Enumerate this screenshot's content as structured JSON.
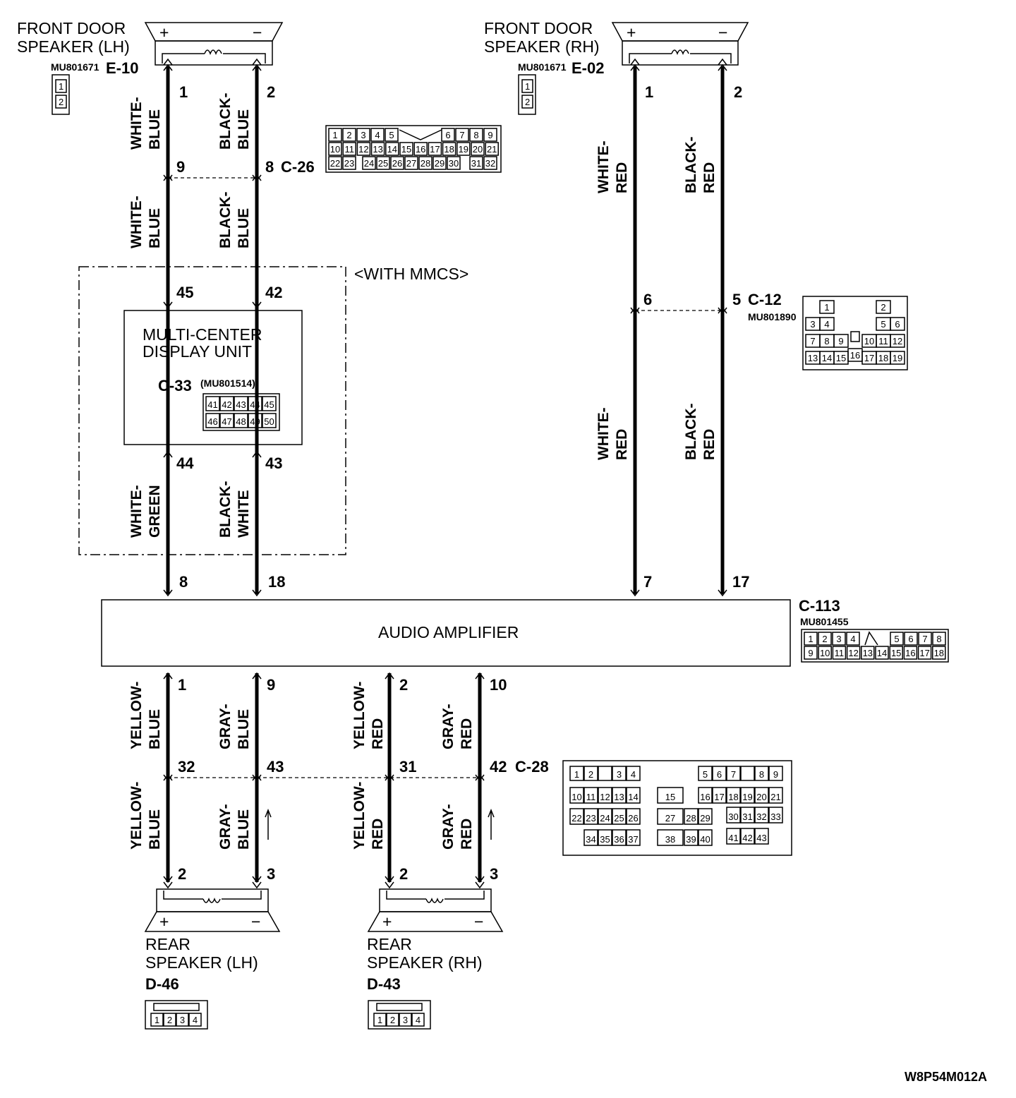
{
  "front_lh": {
    "title1": "FRONT DOOR",
    "title2": "SPEAKER (LH)",
    "part_no": "MU801671",
    "connector": "E-10",
    "plus": "+",
    "minus": "−",
    "pins": [
      "1",
      "2"
    ]
  },
  "front_rh": {
    "title1": "FRONT DOOR",
    "title2": "SPEAKER (RH)",
    "part_no": "MU801671",
    "connector": "E-02",
    "plus": "+",
    "minus": "−",
    "pins": [
      "1",
      "2"
    ]
  },
  "c26": {
    "label": "C-26",
    "row1": [
      "1",
      "2",
      "3",
      "4",
      "5",
      "6",
      "7",
      "8",
      "9"
    ],
    "row2": [
      "10",
      "11",
      "12",
      "13",
      "14",
      "15",
      "16",
      "17",
      "18",
      "19",
      "20",
      "21"
    ],
    "row3": [
      "22",
      "23",
      "24",
      "25",
      "26",
      "27",
      "28",
      "29",
      "30",
      "31",
      "32"
    ]
  },
  "c12": {
    "label": "C-12",
    "part_no": "MU801890",
    "cells": [
      "1",
      "2",
      "3",
      "4",
      "5",
      "6",
      "7",
      "8",
      "9",
      "10",
      "11",
      "12",
      "13",
      "14",
      "15",
      "16",
      "17",
      "18",
      "19"
    ]
  },
  "mmcs": {
    "label": "<WITH MMCS>",
    "unit1": "MULTI-CENTER",
    "unit2": "DISPLAY UNIT",
    "conn": "C-33",
    "part_no": "(MU801514)",
    "row1": [
      "41",
      "42",
      "43",
      "44",
      "45"
    ],
    "row2": [
      "46",
      "47",
      "48",
      "49",
      "50"
    ]
  },
  "amplifier": {
    "name": "AUDIO AMPLIFIER",
    "conn": "C-113",
    "part_no": "MU801455",
    "row1": [
      "1",
      "2",
      "3",
      "4",
      "5",
      "6",
      "7",
      "8"
    ],
    "row2": [
      "9",
      "10",
      "11",
      "12",
      "13",
      "14",
      "15",
      "16",
      "17",
      "18"
    ]
  },
  "c28": {
    "label": "C-28",
    "cells": [
      "1",
      "2",
      "3",
      "4",
      "5",
      "6",
      "7",
      "8",
      "9",
      "10",
      "11",
      "12",
      "13",
      "14",
      "15",
      "16",
      "17",
      "18",
      "19",
      "20",
      "21",
      "22",
      "23",
      "24",
      "25",
      "26",
      "27",
      "28",
      "29",
      "30",
      "31",
      "32",
      "33",
      "34",
      "35",
      "36",
      "37",
      "38",
      "39",
      "40",
      "41",
      "42",
      "43"
    ]
  },
  "wires": {
    "white": "WHITE-",
    "black": "BLACK-",
    "yellow": "YELLOW-",
    "gray": "GRAY-",
    "blue": "BLUE",
    "red": "RED",
    "green": "GREEN",
    "white2": "WHITE"
  },
  "pin_numbers": {
    "lh_c26": [
      "9",
      "8"
    ],
    "lh_c33_top": [
      "45",
      "42"
    ],
    "lh_c33_bot": [
      "44",
      "43"
    ],
    "lh_amp": [
      "8",
      "18"
    ],
    "rh_c12": [
      "6",
      "5"
    ],
    "rh_amp": [
      "7",
      "17"
    ],
    "rear_amp": [
      "1",
      "9",
      "2",
      "10"
    ],
    "rear_c28": [
      "32",
      "43",
      "31",
      "42"
    ],
    "rear_spk": [
      "2",
      "3",
      "2",
      "3"
    ]
  },
  "rear_lh": {
    "title1": "REAR",
    "title2": "SPEAKER (LH)",
    "connector": "D-46",
    "plus": "+",
    "minus": "−",
    "cells": [
      "1",
      "2",
      "3",
      "4"
    ]
  },
  "rear_rh": {
    "title1": "REAR",
    "title2": "SPEAKER (RH)",
    "connector": "D-43",
    "plus": "+",
    "minus": "−",
    "cells": [
      "1",
      "2",
      "3",
      "4"
    ]
  },
  "doc_code": "W8P54M012A"
}
